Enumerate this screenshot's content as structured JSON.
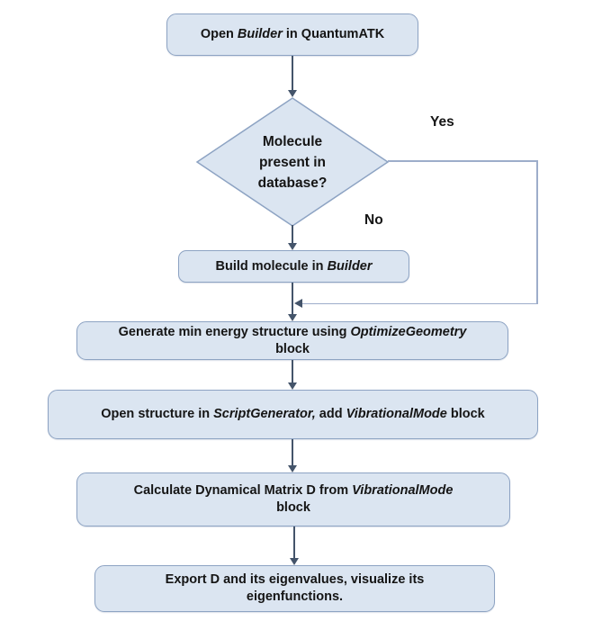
{
  "colors": {
    "box-fill": "#dbe5f1",
    "box-border": "#8da3c3",
    "arrow": "#44546a",
    "loop": "#9dadca",
    "text": "#151515",
    "page-bg": "#ffffff"
  },
  "flowchart": {
    "nodes": {
      "open_builder": {
        "segments": [
          "Open ",
          "Builder",
          " in QuantumATK"
        ]
      },
      "molecule_decision": {
        "lines": [
          "Molecule",
          "present in",
          "database?"
        ]
      },
      "build_molecule": {
        "segments": [
          "Build molecule in ",
          "Builder"
        ]
      },
      "generate_structure": {
        "line1_segments": [
          "Generate min energy structure using ",
          "OptimizeGeometry"
        ],
        "line2": "block"
      },
      "open_structure": {
        "segments": [
          "Open structure in ",
          "ScriptGenerator,",
          " add ",
          "VibrationalMode",
          " block"
        ]
      },
      "calculate_matrix": {
        "line1_segments": [
          "Calculate Dynamical Matrix D from ",
          "VibrationalMode"
        ],
        "line2": "block"
      },
      "export_results": {
        "lines": [
          "Export D and its eigenvalues, visualize its",
          "eigenfunctions."
        ]
      }
    },
    "branch_labels": {
      "yes": "Yes",
      "no": "No"
    }
  }
}
